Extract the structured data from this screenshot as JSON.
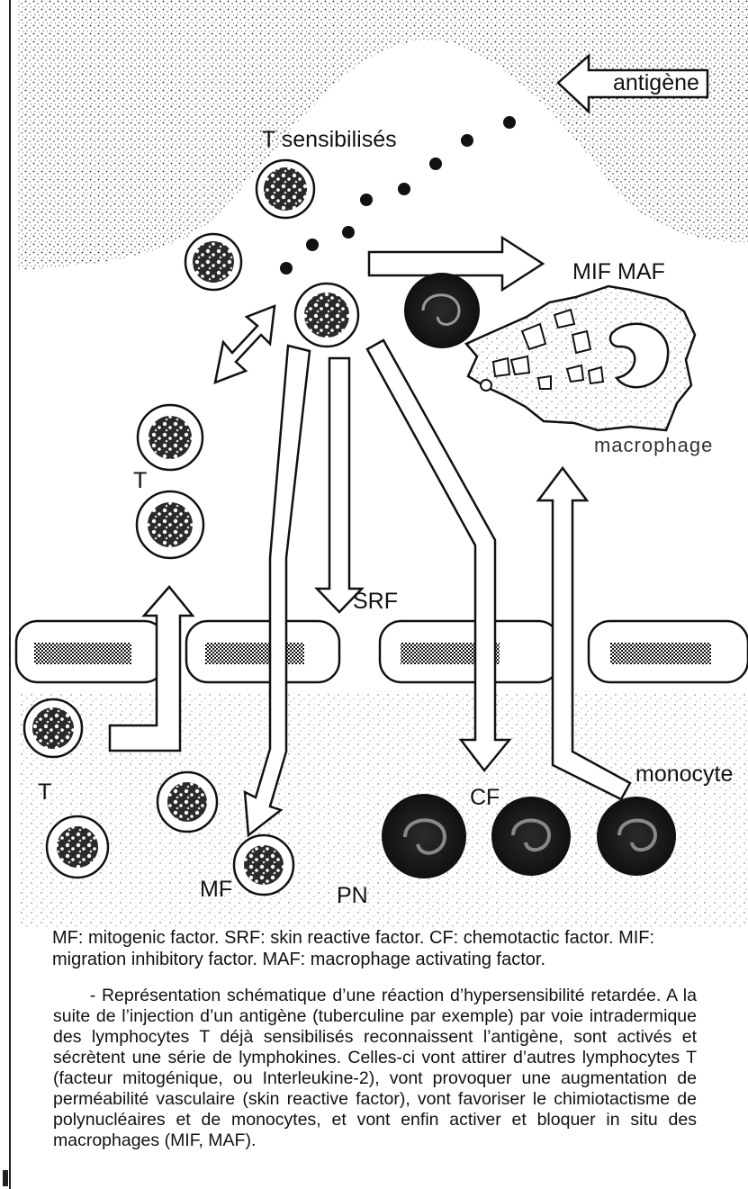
{
  "labels": {
    "antigen": "antigène",
    "t_sensitized": "T sensibilisés",
    "mif_maf": "MIF MAF",
    "macrophage": "macrophage",
    "t_upper": "T",
    "srf": "SRF",
    "monocyte": "monocyte",
    "cf": "CF",
    "t_lower": "T",
    "mf": "MF",
    "pn": "PN"
  },
  "legend": "MF: mitogenic factor. SRF: skin reactive factor. CF: chemotactic factor. MIF: migration inhibitory factor. MAF: macrophage activating factor.",
  "caption": "      - Représentation schématique d’une réaction d’hypersensibilité retardée. A la suite de l’injection d’un antigène (tuberculine par exemple) par voie intradermique des lymphocytes T déjà sensibilisés reconnaissent l’antigène, sont activés et sécrètent une série de lymphokines. Celles-ci vont attirer d’autres lymphocytes T (facteur mitogénique, ou Interleukine-2), vont provoquer une augmentation de perméabilité vasculaire (skin reactive factor), vont favoriser le chimiotactisme de polynucléaires et de monocytes, et vont enfin activer et bloquer in situ des macrophages (MIF, MAF)."
}
